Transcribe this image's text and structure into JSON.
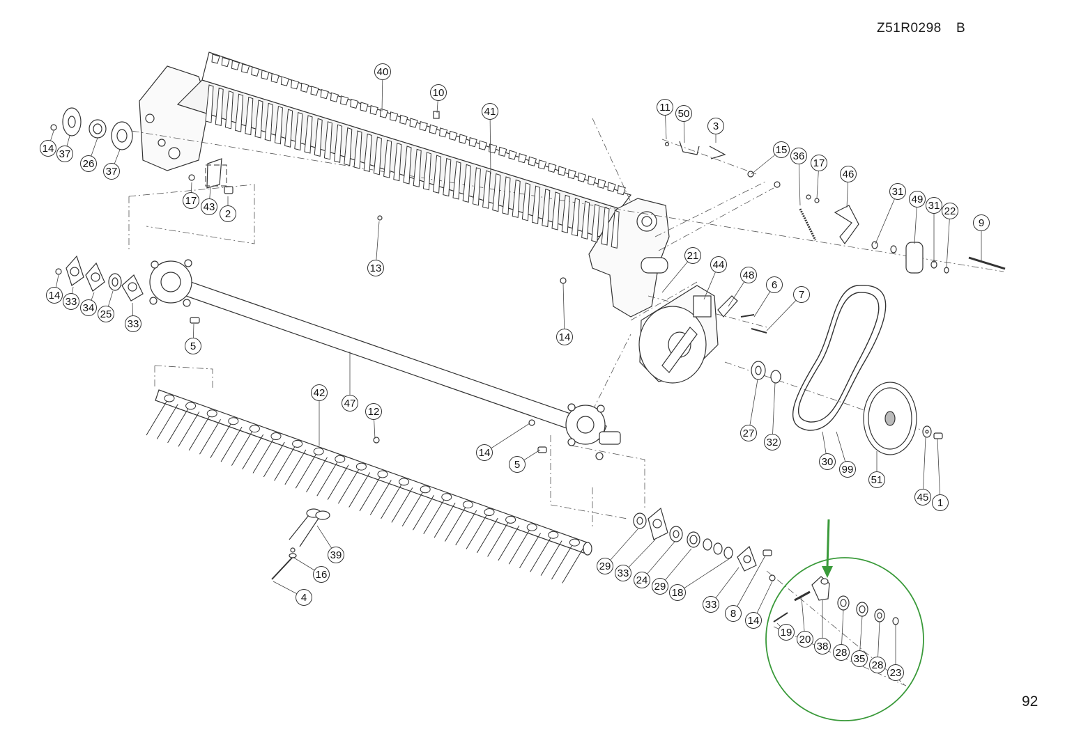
{
  "drawing": {
    "code": "Z51R0298",
    "revision": "B",
    "page_number": "92"
  },
  "highlight": {
    "color": "#3a9a3a"
  },
  "callouts": [
    {
      "id": "c-40",
      "label": "40"
    },
    {
      "id": "c-10",
      "label": "10"
    },
    {
      "id": "c-41",
      "label": "41"
    },
    {
      "id": "c-11",
      "label": "11"
    },
    {
      "id": "c-50",
      "label": "50"
    },
    {
      "id": "c-3",
      "label": "3"
    },
    {
      "id": "c-15",
      "label": "15"
    },
    {
      "id": "c-36",
      "label": "36"
    },
    {
      "id": "c-17a",
      "label": "17"
    },
    {
      "id": "c-46",
      "label": "46"
    },
    {
      "id": "c-31a",
      "label": "31"
    },
    {
      "id": "c-49",
      "label": "49"
    },
    {
      "id": "c-31b",
      "label": "31"
    },
    {
      "id": "c-22",
      "label": "22"
    },
    {
      "id": "c-9",
      "label": "9"
    },
    {
      "id": "c-14a",
      "label": "14"
    },
    {
      "id": "c-37a",
      "label": "37"
    },
    {
      "id": "c-26",
      "label": "26"
    },
    {
      "id": "c-37b",
      "label": "37"
    },
    {
      "id": "c-17b",
      "label": "17"
    },
    {
      "id": "c-43",
      "label": "43"
    },
    {
      "id": "c-2",
      "label": "2"
    },
    {
      "id": "c-13",
      "label": "13"
    },
    {
      "id": "c-21",
      "label": "21"
    },
    {
      "id": "c-44",
      "label": "44"
    },
    {
      "id": "c-48",
      "label": "48"
    },
    {
      "id": "c-6",
      "label": "6"
    },
    {
      "id": "c-7",
      "label": "7"
    },
    {
      "id": "c-14b",
      "label": "14"
    },
    {
      "id": "c-33a",
      "label": "33"
    },
    {
      "id": "c-34",
      "label": "34"
    },
    {
      "id": "c-25",
      "label": "25"
    },
    {
      "id": "c-33b",
      "label": "33"
    },
    {
      "id": "c-5a",
      "label": "5"
    },
    {
      "id": "c-14c",
      "label": "14"
    },
    {
      "id": "c-42",
      "label": "42"
    },
    {
      "id": "c-47",
      "label": "47"
    },
    {
      "id": "c-12",
      "label": "12"
    },
    {
      "id": "c-14d",
      "label": "14"
    },
    {
      "id": "c-5b",
      "label": "5"
    },
    {
      "id": "c-27",
      "label": "27"
    },
    {
      "id": "c-32",
      "label": "32"
    },
    {
      "id": "c-30",
      "label": "30"
    },
    {
      "id": "c-99",
      "label": "99"
    },
    {
      "id": "c-51",
      "label": "51"
    },
    {
      "id": "c-45",
      "label": "45"
    },
    {
      "id": "c-1",
      "label": "1"
    },
    {
      "id": "c-39",
      "label": "39"
    },
    {
      "id": "c-16",
      "label": "16"
    },
    {
      "id": "c-4",
      "label": "4"
    },
    {
      "id": "c-29a",
      "label": "29"
    },
    {
      "id": "c-33c",
      "label": "33"
    },
    {
      "id": "c-24",
      "label": "24"
    },
    {
      "id": "c-29b",
      "label": "29"
    },
    {
      "id": "c-18",
      "label": "18"
    },
    {
      "id": "c-33d",
      "label": "33"
    },
    {
      "id": "c-8",
      "label": "8"
    },
    {
      "id": "c-14e",
      "label": "14"
    },
    {
      "id": "c-19",
      "label": "19"
    },
    {
      "id": "c-20",
      "label": "20"
    },
    {
      "id": "c-38",
      "label": "38"
    },
    {
      "id": "c-28a",
      "label": "28"
    },
    {
      "id": "c-35",
      "label": "35"
    },
    {
      "id": "c-28b",
      "label": "28"
    },
    {
      "id": "c-23",
      "label": "23"
    }
  ]
}
